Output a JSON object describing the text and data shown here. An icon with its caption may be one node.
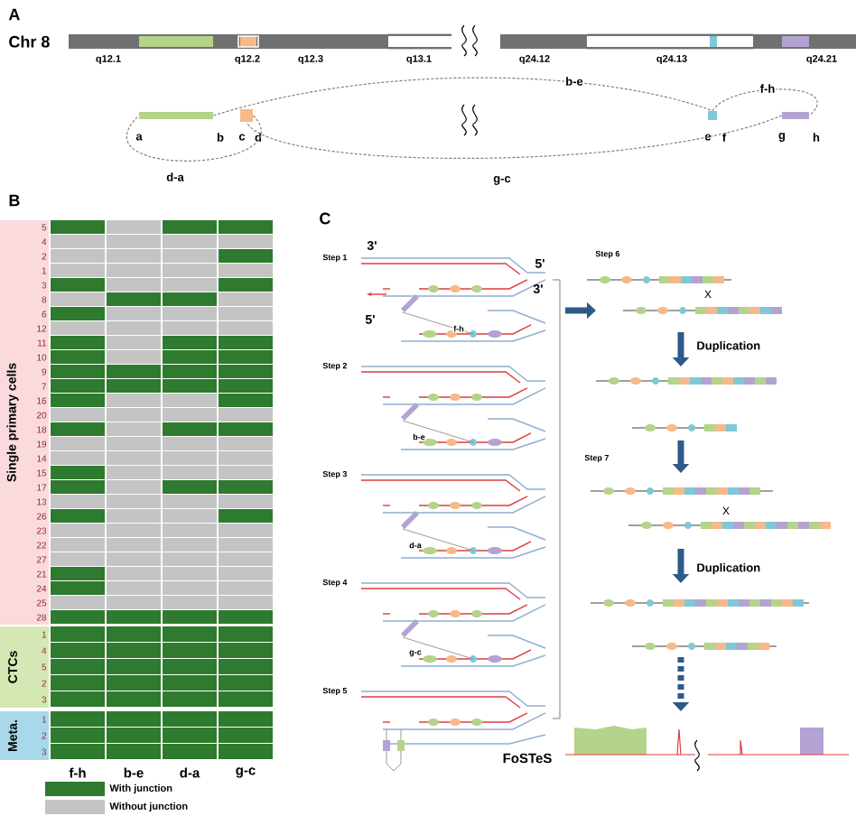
{
  "diagram": {
    "nodes": [
      {
        "text": [],
        "shape": "bar",
        "beside": [
          "a",
          "b"
        ]
      },
      {
        "text": [],
        "shape": "box",
        "beside": [
          "c",
          "d"
        ]
      },
      {
        "text": [],
        "shape": "box",
        "beside": [
          "e",
          "f"
        ]
      },
      {
        "text": [],
        "shape": "bar",
        "beside": [
          "g",
          "h"
        ]
      },
      {
        "text": [
          "Single primary cells"
        ]
      },
      {
        "text": [
          "CTCs"
        ]
      },
      {
        "text": [
          "Meta."
        ]
      }
    ],
    "edges": [
      {
        "from": 0,
        "to": 2,
        "arrow": "none",
        "label": "b-e",
        "style": "dashed"
      },
      {
        "from": 2,
        "to": 3,
        "arrow": "none",
        "label": "f-h",
        "style": "dashed"
      },
      {
        "from": 1,
        "to": 0,
        "arrow": "none",
        "label": "d-a",
        "style": "dashed"
      },
      {
        "from": 3,
        "to": 1,
        "arrow": "none",
        "label": "g-c",
        "style": "dashed"
      }
    ],
    "labels": [
      "A",
      "Chr 8",
      "q12.1",
      "q12.2",
      "q12.3",
      "q13.1",
      "q24.12",
      "q24.13",
      "q24.21",
      "B",
      "5",
      "4",
      "2",
      "1",
      "3",
      "8",
      "6",
      "12",
      "11",
      "10",
      "9",
      "7",
      "16",
      "20",
      "18",
      "19",
      "14",
      "15",
      "17",
      "13",
      "26",
      "23",
      "22",
      "27",
      "21",
      "24",
      "25",
      "28",
      "1",
      "4",
      "5",
      "2",
      "3",
      "1",
      "2",
      "3",
      "f-h",
      "b-e",
      "d-a",
      "g-c",
      "C",
      "Step 1",
      "3'",
      "5'",
      "3'",
      "5'",
      "f-h",
      "Step 2",
      "b-e",
      "Step 3",
      "d-a",
      "Step 4",
      "g-c",
      "Step 5",
      "FoSTeS",
      "Step 6",
      "X",
      "Duplication",
      "Step 7",
      "X",
      "Duplication"
    ],
    "legend": [
      {
        "text": "With junction",
        "color": "#2e7a2e"
      },
      {
        "text": "Without junction",
        "color": "#c4c4c4"
      }
    ]
  }
}
